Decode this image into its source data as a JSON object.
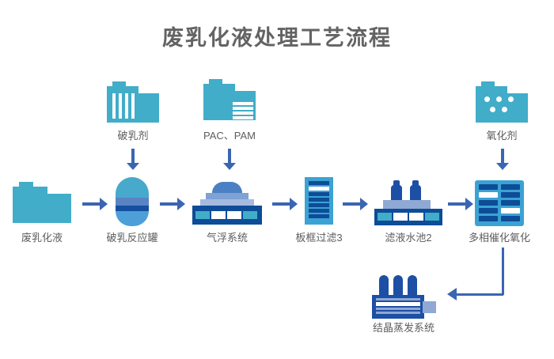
{
  "title": "废乳化液处理工艺流程",
  "colors": {
    "teal": "#41ADC9",
    "teal_blue": "#3BA2D4",
    "navy": "#0D4C97",
    "arrow_blue": "#3A66B1",
    "slate_blue": "#8FA9D4",
    "medium_blue": "#4B80C4",
    "text_gray": "#5D5D5D"
  },
  "top_inputs": [
    {
      "label": "破乳剂",
      "icon": "striped-folder-icon"
    },
    {
      "label": "PAC、PAM",
      "icon": "lined-folder-icon"
    },
    {
      "label": "氧化剂",
      "icon": "dotted-folder-icon"
    }
  ],
  "main_flow": [
    {
      "label": "废乳化液",
      "icon": "folder-icon"
    },
    {
      "label": "破乳反应罐",
      "icon": "reaction-tank-icon"
    },
    {
      "label": "气浮系统",
      "icon": "flotation-dome-icon"
    },
    {
      "label": "板框过滤3",
      "icon": "plate-filter-icon"
    },
    {
      "label": "滤液水池2",
      "icon": "filtrate-pool-icon"
    },
    {
      "label": "多相催化氧化",
      "icon": "catalytic-oxidation-icon"
    }
  ],
  "branch": {
    "label": "结晶蒸发系统",
    "icon": "evaporator-icon"
  }
}
